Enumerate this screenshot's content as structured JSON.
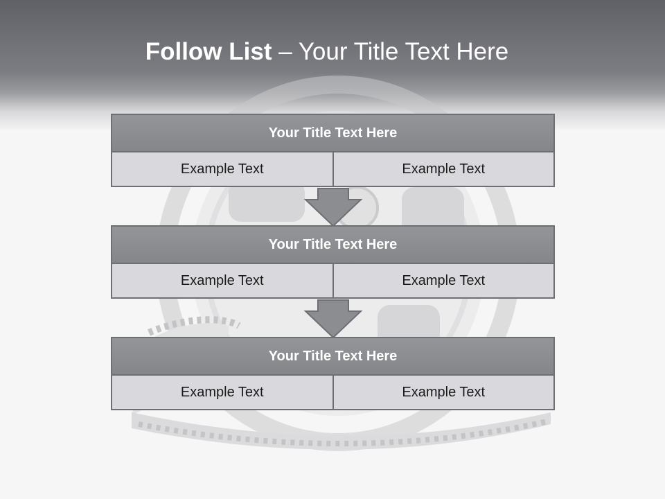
{
  "slide": {
    "title_bold": "Follow List",
    "title_rest": " – Your Title Text Here"
  },
  "blocks": [
    {
      "title": "Your Title Text Here",
      "cells": [
        "Example Text",
        "Example Text"
      ]
    },
    {
      "title": "Your Title Text Here",
      "cells": [
        "Example Text",
        "Example Text"
      ]
    },
    {
      "title": "Your Title Text Here",
      "cells": [
        "Example Text",
        "Example Text"
      ]
    }
  ],
  "colors": {
    "header": "#6e6f73",
    "block_title": "#8a8b8f",
    "block_cell": "#d9d9dd",
    "border": "#6e6f73"
  },
  "icons": [
    "film-reel-icon",
    "arrow-down-icon"
  ]
}
